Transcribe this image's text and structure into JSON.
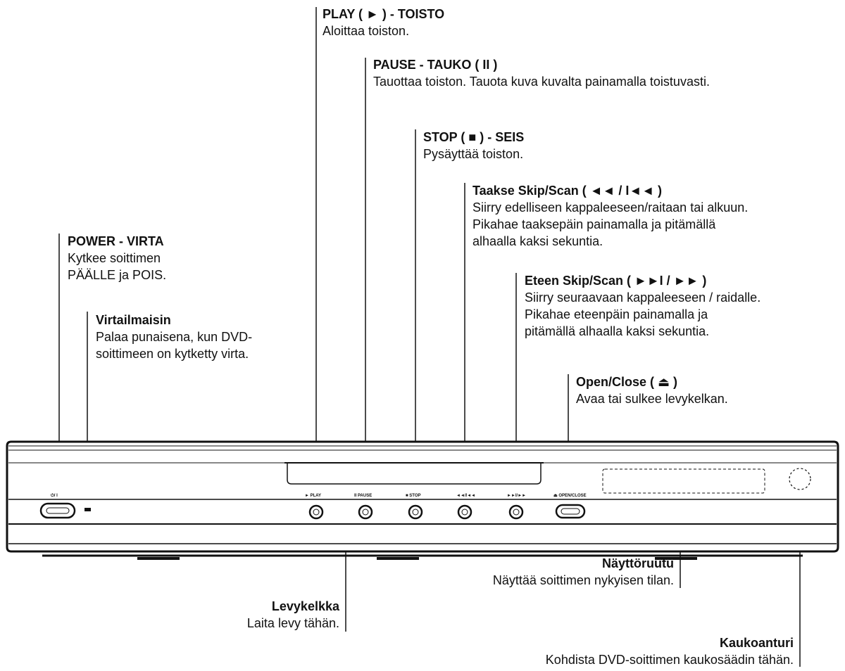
{
  "annotations": {
    "play": {
      "title": "PLAY ( ► ) - TOISTO",
      "desc": [
        "Aloittaa toiston."
      ]
    },
    "pause": {
      "title": "PAUSE - TAUKO ( II )",
      "desc": [
        "Tauottaa toiston. Tauota kuva kuvalta painamalla toistuvasti."
      ]
    },
    "stop": {
      "title": "STOP ( ■ ) - SEIS",
      "desc": [
        "Pysäyttää toiston."
      ]
    },
    "back": {
      "title": "Taakse Skip/Scan ( ◄◄ / I◄◄ )",
      "desc": [
        "Siirry edelliseen kappaleeseen/raitaan tai alkuun.",
        "Pikahae taaksepäin painamalla ja pitämällä",
        "alhaalla kaksi sekuntia."
      ]
    },
    "forward": {
      "title": "Eteen Skip/Scan ( ►►I / ►► )",
      "desc": [
        "Siirry seuraavaan kappaleeseen / raidalle.",
        "Pikahae eteenpäin painamalla ja",
        "pitämällä alhaalla kaksi sekuntia."
      ]
    },
    "open_close": {
      "title": "Open/Close ( ⏏ )",
      "desc": [
        "Avaa tai sulkee levykelkan."
      ]
    },
    "power": {
      "title": "POWER - VIRTA",
      "desc": [
        "Kytkee soittimen",
        "PÄÄLLE ja POIS."
      ]
    },
    "indicator": {
      "title": "Virtailmaisin",
      "desc": [
        "Palaa punaisena, kun DVD-",
        "soittimeen on kytketty virta."
      ]
    },
    "display": {
      "title": "Näyttöruutu",
      "desc": [
        "Näyttää soittimen nykyisen tilan."
      ]
    },
    "tray": {
      "title": "Levykelkka",
      "desc": [
        "Laita levy tähän."
      ]
    },
    "remote": {
      "title": "Kaukoanturi",
      "desc": [
        "Kohdista DVD-soittimen kaukosäädin tähän."
      ]
    }
  },
  "panel_labels": {
    "power": "⏻/ I",
    "play": "► PLAY",
    "pause": "II PAUSE",
    "stop": "■ STOP",
    "back": "◄◄/I◄◄",
    "forward": "►►I/►►",
    "open_close": "⏏ OPEN/CLOSE"
  }
}
